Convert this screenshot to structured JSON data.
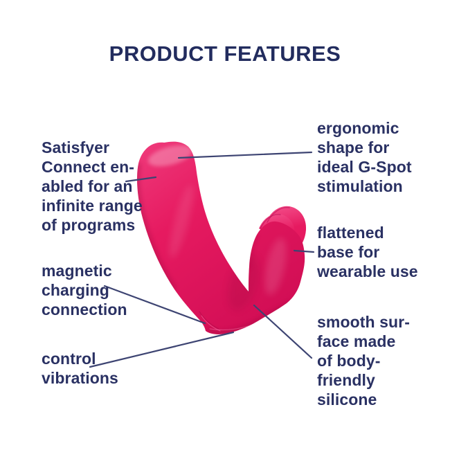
{
  "title": "PRODUCT FEATURES",
  "colors": {
    "background": "#ffffff",
    "title_text": "#222c5e",
    "label_text": "#2a3163",
    "callout_line": "#3d4472",
    "product_main": "#e7195f",
    "product_light": "#f04a86",
    "product_dark": "#c40e52"
  },
  "product": {
    "description": "pink V-shaped wearable vibrator with layered flattened base"
  },
  "features": {
    "connect": {
      "side": "left",
      "text": "Satisfyer\nConnect en-\nabled for an\ninfinite range\nof programs"
    },
    "magnetic": {
      "side": "left",
      "text": "magnetic\ncharging\nconnection"
    },
    "control": {
      "side": "left",
      "text": "control\nvibrations"
    },
    "ergonomic": {
      "side": "right",
      "text": "ergonomic\nshape for\nideal G-Spot\nstimulation"
    },
    "flattened": {
      "side": "right",
      "text": "flattened\nbase for\nwearable use"
    },
    "smooth": {
      "side": "right",
      "text": "smooth sur-\nface made\nof body-\nfriendly\nsilicone"
    }
  }
}
